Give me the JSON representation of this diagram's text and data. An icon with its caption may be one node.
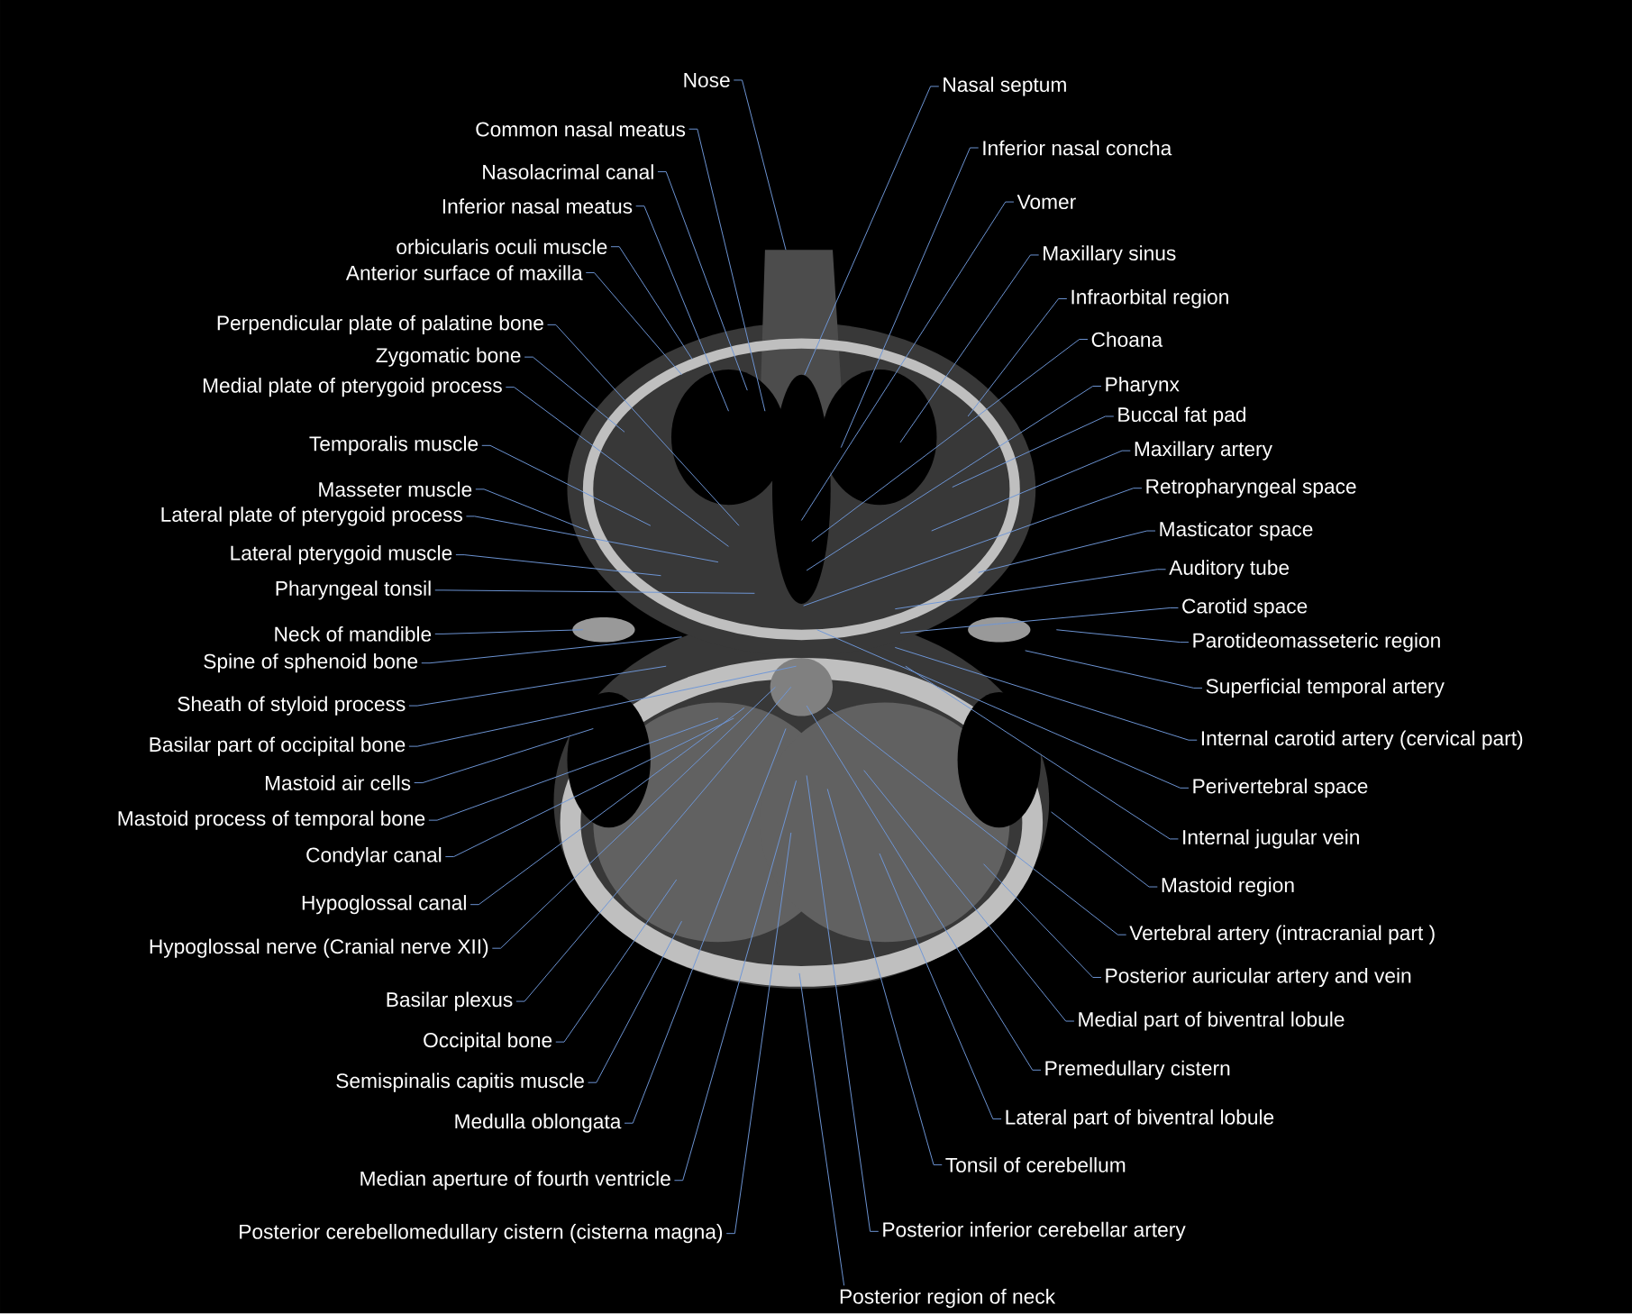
{
  "diagram": {
    "nodes": [
      {
        "text": [
          "Nose"
        ]
      },
      {
        "text": [
          "Common nasal meatus"
        ]
      },
      {
        "text": [
          "Nasolacrimal canal"
        ]
      },
      {
        "text": [
          "Inferior nasal meatus"
        ]
      },
      {
        "text": [
          "orbicularis oculi muscle"
        ]
      },
      {
        "text": [
          "Anterior surface of maxilla"
        ]
      },
      {
        "text": [
          "Perpendicular plate of palatine bone"
        ]
      },
      {
        "text": [
          "Zygomatic bone"
        ]
      },
      {
        "text": [
          "Medial plate of pterygoid process"
        ]
      },
      {
        "text": [
          "Temporalis muscle"
        ]
      },
      {
        "text": [
          "Masseter muscle"
        ]
      },
      {
        "text": [
          "Lateral plate of pterygoid process"
        ]
      },
      {
        "text": [
          "Lateral pterygoid muscle"
        ]
      },
      {
        "text": [
          "Pharyngeal tonsil"
        ]
      },
      {
        "text": [
          "Neck of mandible"
        ]
      },
      {
        "text": [
          "Spine of sphenoid bone"
        ]
      },
      {
        "text": [
          "Sheath of styloid process"
        ]
      },
      {
        "text": [
          "Basilar part of occipital bone"
        ]
      },
      {
        "text": [
          "Mastoid air cells"
        ]
      },
      {
        "text": [
          "Mastoid process of temporal bone"
        ]
      },
      {
        "text": [
          "Condylar canal"
        ]
      },
      {
        "text": [
          "Hypoglossal canal"
        ]
      },
      {
        "text": [
          "Hypoglossal nerve (Cranial nerve XII)"
        ]
      },
      {
        "text": [
          "Basilar plexus"
        ]
      },
      {
        "text": [
          "Occipital bone"
        ]
      },
      {
        "text": [
          "Semispinalis capitis muscle"
        ]
      },
      {
        "text": [
          "Medulla oblongata"
        ]
      },
      {
        "text": [
          "Median aperture of fourth ventricle"
        ]
      },
      {
        "text": [
          "Posterior cerebellomedullary cistern (cisterna magna)"
        ]
      },
      {
        "text": [
          "Posterior region of neck"
        ]
      },
      {
        "text": [
          "Nasal septum"
        ]
      },
      {
        "text": [
          "Inferior nasal concha"
        ]
      },
      {
        "text": [
          "Vomer"
        ]
      },
      {
        "text": [
          "Maxillary sinus"
        ]
      },
      {
        "text": [
          "Infraorbital region"
        ]
      },
      {
        "text": [
          "Choana"
        ]
      },
      {
        "text": [
          "Pharynx"
        ]
      },
      {
        "text": [
          "Buccal fat pad"
        ]
      },
      {
        "text": [
          "Maxillary artery"
        ]
      },
      {
        "text": [
          "Retropharyngeal space"
        ]
      },
      {
        "text": [
          "Masticator space"
        ]
      },
      {
        "text": [
          "Auditory tube"
        ]
      },
      {
        "text": [
          "Carotid space"
        ]
      },
      {
        "text": [
          "Parotideomasseteric region"
        ]
      },
      {
        "text": [
          "Superficial temporal artery"
        ]
      },
      {
        "text": [
          "Internal carotid artery (cervical part)"
        ]
      },
      {
        "text": [
          "Perivertebral space"
        ]
      },
      {
        "text": [
          "Internal jugular vein"
        ]
      },
      {
        "text": [
          "Mastoid region"
        ]
      },
      {
        "text": [
          "Vertebral artery (intracranial part )"
        ]
      },
      {
        "text": [
          "Posterior auricular artery and vein"
        ]
      },
      {
        "text": [
          "Medial part of biventral lobule"
        ]
      },
      {
        "text": [
          "Premedullary cistern"
        ]
      },
      {
        "text": [
          "Lateral part of biventral lobule"
        ]
      },
      {
        "text": [
          "Tonsil of cerebellum"
        ]
      },
      {
        "text": [
          "Posterior inferior cerebellar artery"
        ]
      }
    ],
    "edges": [
      {
        "from": 0,
        "to": null,
        "arrow": "none"
      },
      {
        "from": 1,
        "to": null,
        "arrow": "none"
      },
      {
        "from": 2,
        "to": null,
        "arrow": "none"
      },
      {
        "from": 3,
        "to": null,
        "arrow": "none"
      },
      {
        "from": 4,
        "to": null,
        "arrow": "none"
      },
      {
        "from": 5,
        "to": null,
        "arrow": "none"
      },
      {
        "from": 6,
        "to": null,
        "arrow": "none"
      },
      {
        "from": 7,
        "to": null,
        "arrow": "none"
      },
      {
        "from": 8,
        "to": null,
        "arrow": "none"
      },
      {
        "from": 9,
        "to": null,
        "arrow": "none"
      },
      {
        "from": 10,
        "to": null,
        "arrow": "none"
      },
      {
        "from": 11,
        "to": null,
        "arrow": "none"
      },
      {
        "from": 12,
        "to": null,
        "arrow": "none"
      },
      {
        "from": 13,
        "to": null,
        "arrow": "none"
      },
      {
        "from": 14,
        "to": null,
        "arrow": "none"
      },
      {
        "from": 15,
        "to": null,
        "arrow": "none"
      },
      {
        "from": 16,
        "to": null,
        "arrow": "none"
      },
      {
        "from": 17,
        "to": null,
        "arrow": "none"
      },
      {
        "from": 18,
        "to": null,
        "arrow": "none"
      },
      {
        "from": 19,
        "to": null,
        "arrow": "none"
      },
      {
        "from": 20,
        "to": null,
        "arrow": "none"
      },
      {
        "from": 21,
        "to": null,
        "arrow": "none"
      },
      {
        "from": 22,
        "to": null,
        "arrow": "none"
      },
      {
        "from": 23,
        "to": null,
        "arrow": "none"
      },
      {
        "from": 24,
        "to": null,
        "arrow": "none"
      },
      {
        "from": 25,
        "to": null,
        "arrow": "none"
      },
      {
        "from": 26,
        "to": null,
        "arrow": "none"
      },
      {
        "from": 27,
        "to": null,
        "arrow": "none"
      },
      {
        "from": 28,
        "to": null,
        "arrow": "none"
      },
      {
        "from": 29,
        "to": null,
        "arrow": "none"
      },
      {
        "from": 30,
        "to": null,
        "arrow": "none"
      },
      {
        "from": 31,
        "to": null,
        "arrow": "none"
      },
      {
        "from": 32,
        "to": null,
        "arrow": "none"
      },
      {
        "from": 33,
        "to": null,
        "arrow": "none"
      },
      {
        "from": 34,
        "to": null,
        "arrow": "none"
      },
      {
        "from": 35,
        "to": null,
        "arrow": "none"
      },
      {
        "from": 36,
        "to": null,
        "arrow": "none"
      },
      {
        "from": 37,
        "to": null,
        "arrow": "none"
      },
      {
        "from": 38,
        "to": null,
        "arrow": "none"
      },
      {
        "from": 39,
        "to": null,
        "arrow": "none"
      },
      {
        "from": 40,
        "to": null,
        "arrow": "none"
      },
      {
        "from": 41,
        "to": null,
        "arrow": "none"
      },
      {
        "from": 42,
        "to": null,
        "arrow": "none"
      },
      {
        "from": 43,
        "to": null,
        "arrow": "none"
      },
      {
        "from": 44,
        "to": null,
        "arrow": "none"
      },
      {
        "from": 45,
        "to": null,
        "arrow": "none"
      },
      {
        "from": 46,
        "to": null,
        "arrow": "none"
      },
      {
        "from": 47,
        "to": null,
        "arrow": "none"
      },
      {
        "from": 48,
        "to": null,
        "arrow": "none"
      },
      {
        "from": 49,
        "to": null,
        "arrow": "none"
      },
      {
        "from": 50,
        "to": null,
        "arrow": "none"
      },
      {
        "from": 51,
        "to": null,
        "arrow": "none"
      },
      {
        "from": 52,
        "to": null,
        "arrow": "none"
      },
      {
        "from": 53,
        "to": null,
        "arrow": "none"
      },
      {
        "from": 54,
        "to": null,
        "arrow": "none"
      },
      {
        "from": 55,
        "to": null,
        "arrow": "none"
      }
    ]
  }
}
